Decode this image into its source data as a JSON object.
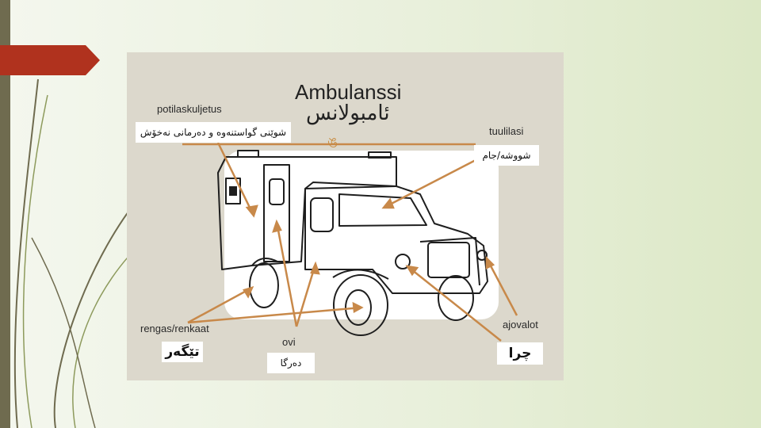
{
  "slide": {
    "title": "Ambulanssi",
    "title_translation": "ئامبولانس",
    "ornament": "ঙ"
  },
  "labels": {
    "patient_transport": "potilaskuljetus",
    "patient_transport_translation": "شوێنی گواستنەوە و دەرمانی نەخۆش",
    "windshield": "tuulilasi",
    "windshield_translation": "شووشە/جام",
    "tires": "rengas/renkaat",
    "tires_translation": "تێگەر",
    "door": "ovi",
    "door_translation": "دەرگا",
    "headlights": "ajovalot",
    "headlights_translation": "چرا"
  },
  "colors": {
    "accent_red": "#b0321e",
    "arrow": "#c8894a",
    "left_bar": "#6f6b4f"
  }
}
